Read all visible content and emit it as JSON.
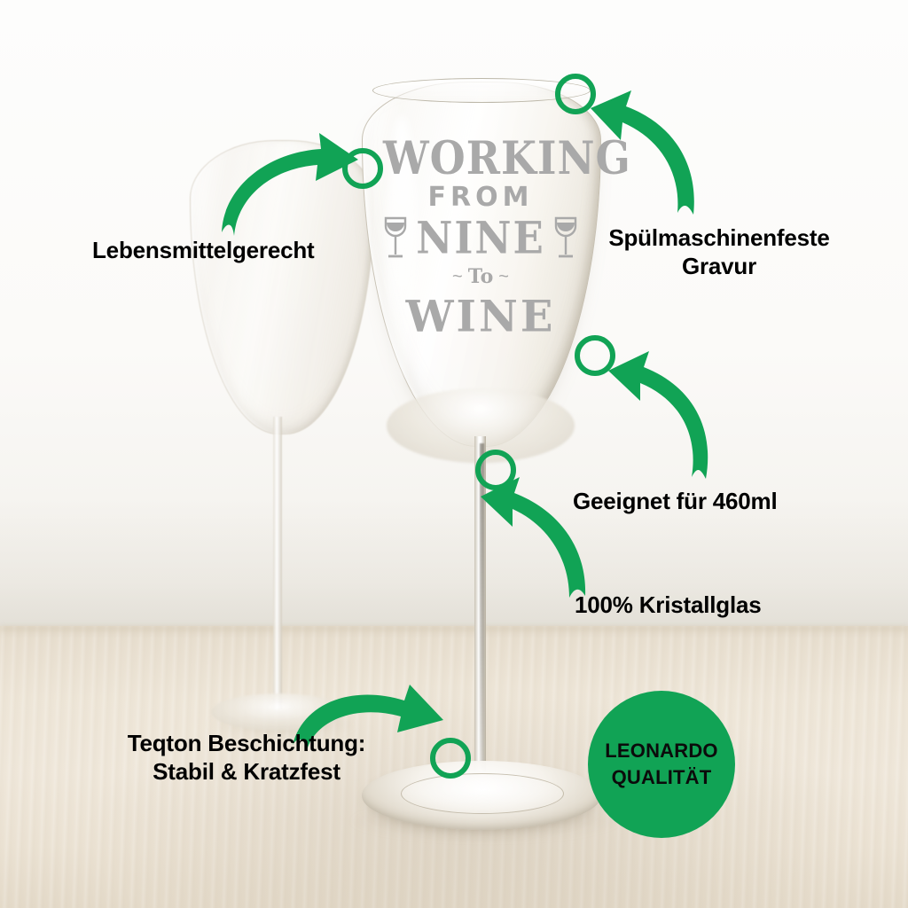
{
  "scene": {
    "description": "Produktfoto Weinglas mit Gravur auf Holztisch",
    "background_color": "#f7f7f5",
    "table_color": "#efe7da",
    "accent_color": "#11a355",
    "text_color": "#000000",
    "engraving_color": "#a9a9a9"
  },
  "engraving": {
    "line1": "WORKING",
    "line2": "FROM",
    "line3": "NINE",
    "line4": "To",
    "line5": "WINE",
    "squiggle_left": "~",
    "squiggle_right": "~",
    "icon_left": "wine-glass-icon",
    "icon_right": "wine-glass-icon"
  },
  "callouts": [
    {
      "id": "lebensmittelgerecht",
      "text": "Lebensmittelgerecht",
      "marker": "circle-marker",
      "arrow": "curved-arrow"
    },
    {
      "id": "spuelmaschinenfeste-gravur",
      "text": "Spülmaschinenfeste\nGravur",
      "marker": "circle-marker",
      "arrow": "curved-arrow"
    },
    {
      "id": "geeignet-fuer-460ml",
      "text": "Geeignet für 460ml",
      "marker": "circle-marker",
      "arrow": "curved-arrow"
    },
    {
      "id": "kristallglas",
      "text": "100% Kristallglas",
      "marker": "circle-marker",
      "arrow": "curved-arrow"
    },
    {
      "id": "teqton-beschichtung",
      "text": "Teqton Beschichtung:\nStabil & Kratzfest",
      "marker": "circle-marker",
      "arrow": "curved-arrow"
    }
  ],
  "badge": {
    "line1": "LEONARDO",
    "line2": "QUALITÄT",
    "color": "#11a355",
    "text_color": "#0b0b0b"
  }
}
